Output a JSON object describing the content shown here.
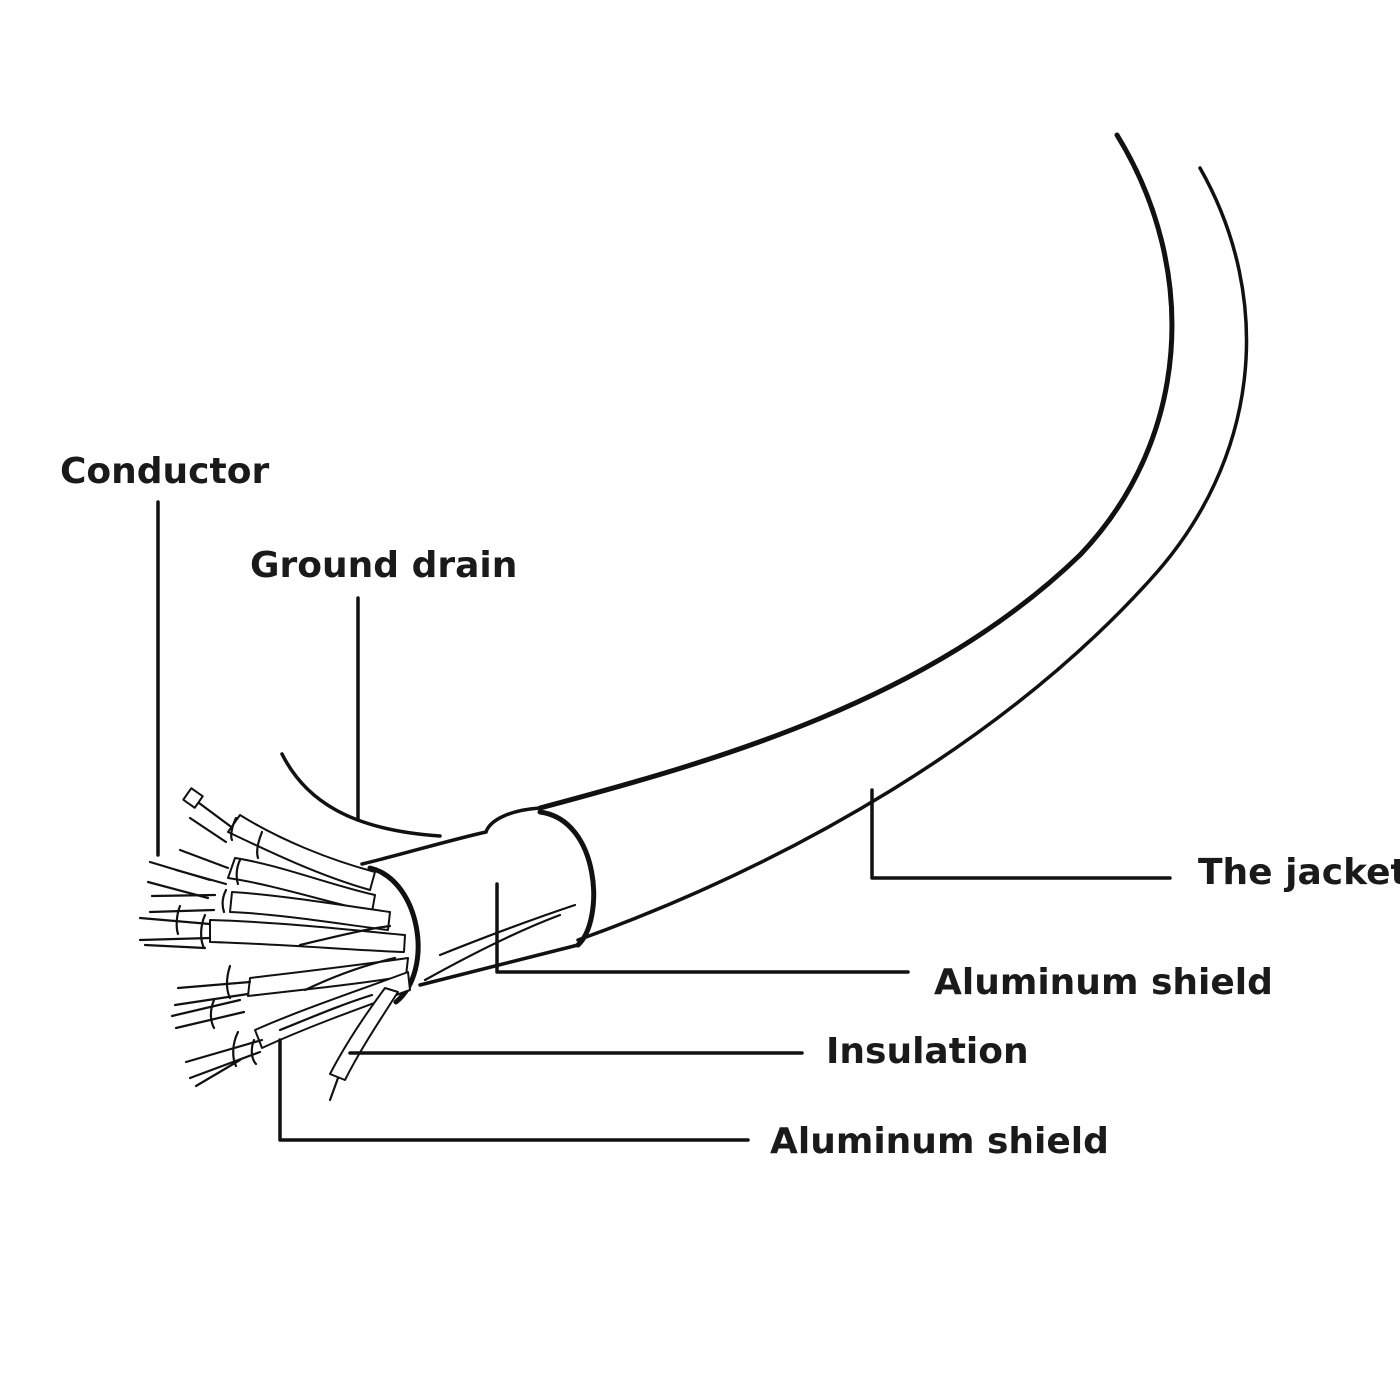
{
  "labels": {
    "conductor": "Conductor",
    "ground_drain": "Ground drain",
    "jacket": "The jacket",
    "aluminum_shield_outer": "Aluminum shield",
    "insulation": "Insulation",
    "aluminum_shield_inner": "Aluminum shield"
  }
}
